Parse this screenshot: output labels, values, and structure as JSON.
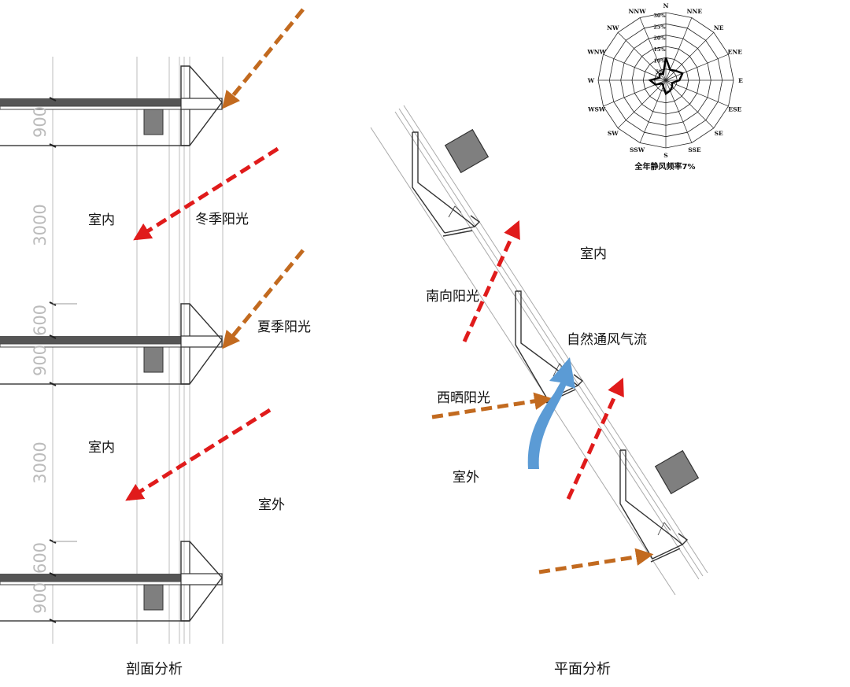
{
  "section": {
    "caption": "剖面分析",
    "indoor_upper": "室内",
    "indoor_lower": "室内",
    "outdoor": "室外",
    "winter_sun": "冬季阳光",
    "summer_sun": "夏季阳光",
    "dims": [
      "900",
      "3000",
      "600",
      "900",
      "3000",
      "600",
      "900"
    ]
  },
  "plan": {
    "caption": "平面分析",
    "indoor": "室内",
    "outdoor": "室外",
    "south_sun": "南向阳光",
    "west_sun": "西晒阳光",
    "natural_vent": "自然通风气流"
  },
  "wind_rose": {
    "directions": [
      "N",
      "NNE",
      "NE",
      "ENE",
      "E",
      "ESE",
      "SE",
      "SSE",
      "S",
      "SSW",
      "SW",
      "WSW",
      "W",
      "WNW",
      "NW",
      "NNW"
    ],
    "ring_labels": [
      "5%",
      "10%",
      "15%",
      "20%",
      "25%",
      "30%"
    ],
    "frequencies": [
      10,
      5,
      6,
      8,
      6,
      3,
      4,
      5,
      6,
      3,
      2,
      5,
      7,
      3,
      4,
      3
    ],
    "caption": "全年静风频率7%"
  },
  "colors": {
    "red_arrow": "#e01b1b",
    "orange_arrow": "#c26a1f",
    "blue_arrow": "#5b9bd5",
    "slab": "#555555",
    "block": "#7f7f7f"
  }
}
